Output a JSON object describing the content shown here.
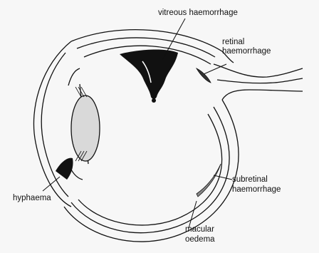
{
  "diagram": {
    "labels": {
      "vitreous": "vitreous haemorrhage",
      "retinal_1": "retinal",
      "retinal_2": "haemorrhage",
      "subretinal_1": "subretinal",
      "subretinal_2": "haemorrhage",
      "macular_1": "macular",
      "macular_2": "oedema",
      "hyphaema": "hyphaema"
    },
    "colors": {
      "background": "#f7f7f7",
      "line": "#111111",
      "lens_fill": "#d9d9d9",
      "blood": "#111111"
    }
  }
}
